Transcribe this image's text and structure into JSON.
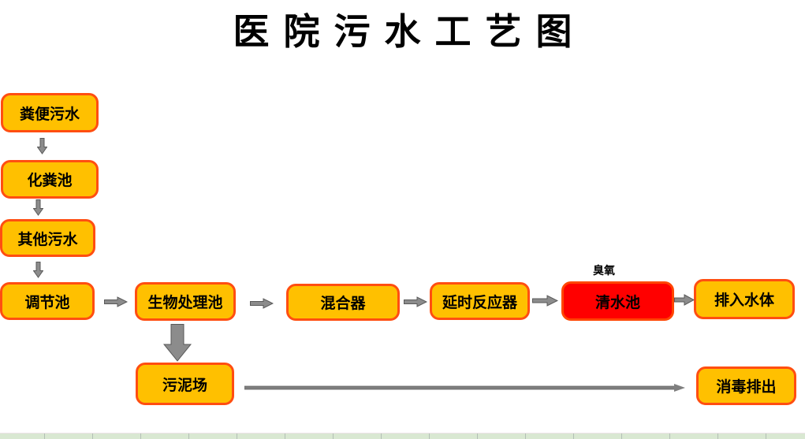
{
  "title": "医院污水工艺图",
  "nodes": {
    "fecal": {
      "label": "粪便污水"
    },
    "septic": {
      "label": "化粪池"
    },
    "other": {
      "label": "其他污水"
    },
    "regulating": {
      "label": "调节池"
    },
    "bio": {
      "label": "生物处理池"
    },
    "mixer": {
      "label": "混合器"
    },
    "delay_reactor": {
      "label": "延时反应器"
    },
    "clear_water": {
      "label": "清水池"
    },
    "discharge": {
      "label": "排入水体"
    },
    "sludge": {
      "label": "污泥场"
    },
    "disinfect": {
      "label": "消毒排出"
    }
  },
  "annotations": {
    "ozone": "臭氧"
  },
  "colors": {
    "node_fill": "#FFC000",
    "node_border": "#FF4E11",
    "highlight_fill": "#FF0000",
    "highlight_border": "#FF4500",
    "arrow_fill": "#8C8C8C",
    "arrow_outline": "#595959",
    "strip_fill": "#D9E8D2",
    "strip_divider": "#B3BFB6"
  }
}
